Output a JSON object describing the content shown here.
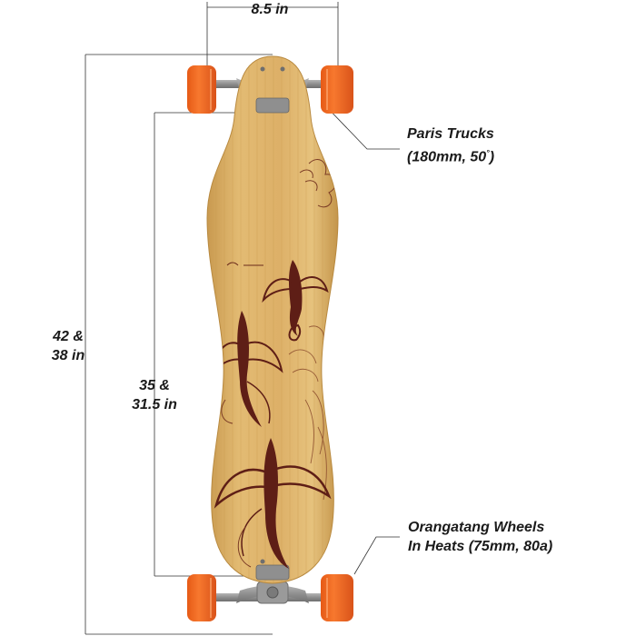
{
  "dimensions": {
    "width": "8.5 in",
    "overall_length_line1": "42 &",
    "overall_length_line2": "38 in",
    "wheelbase_line1": "35 &",
    "wheelbase_line2": "31.5 in"
  },
  "callouts": {
    "trucks_line1": "Paris Trucks",
    "trucks_line2_prefix": "(180mm, 50",
    "trucks_degree": "°",
    "trucks_line2_suffix": ")",
    "wheels_line1": "Orangatang Wheels",
    "wheels_line2": "In Heats (75mm, 80a)"
  },
  "colors": {
    "bamboo": "#D9AD62",
    "bamboo_light": "#E6C07A",
    "bamboo_grain": "#C89A4E",
    "wheel_orange": "#F26A21",
    "wheel_orange_dark": "#D2521A",
    "truck_silver": "#8C8C8C",
    "artwork_maroon": "#5E1E16",
    "dimension_line": "#333333"
  }
}
